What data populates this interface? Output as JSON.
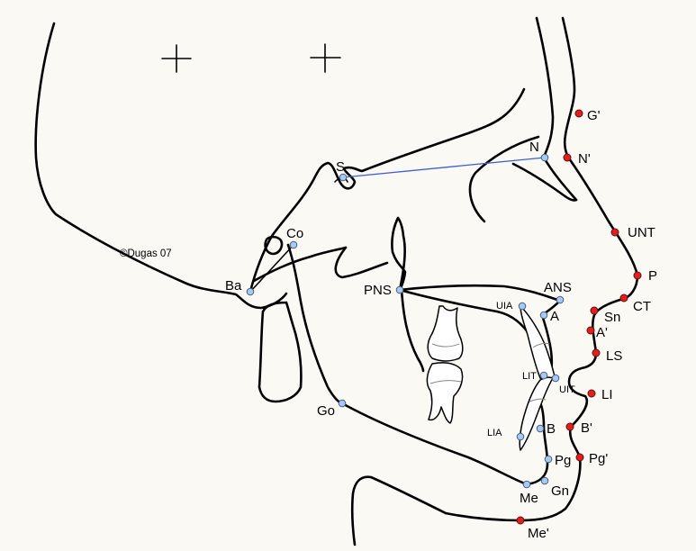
{
  "copyright": "©Dugas 07",
  "colors": {
    "background": "#fbf9f3",
    "skeletal_point": "#a9c8ec",
    "skeletal_stroke": "#3d5f8c",
    "soft_point": "#e02020",
    "soft_stroke": "#6b0b0b",
    "sn_line": "#3a5ed6"
  },
  "skeletal_landmarks": {
    "S": "S",
    "N": "N",
    "Co": "Co",
    "Ba": "Ba",
    "PNS": "PNS",
    "ANS": "ANS",
    "A": "A",
    "UIA": "UIA",
    "LIT": "LIT",
    "UIT": "UIT",
    "LIA": "LIA",
    "B": "B",
    "Pg": "Pg",
    "Gn": "Gn",
    "Me": "Me",
    "Go": "Go"
  },
  "soft_landmarks": {
    "G_prime": "G'",
    "N_prime": "N'",
    "UNT": "UNT",
    "P": "P",
    "CT": "CT",
    "Sn": "Sn",
    "A_prime": "A'",
    "LS": "LS",
    "LI": "LI",
    "B_prime": "B'",
    "Pg_prime": "Pg'",
    "Me_prime": "Me'"
  },
  "icons": [
    "crosshair-icon",
    "crosshair-icon"
  ]
}
